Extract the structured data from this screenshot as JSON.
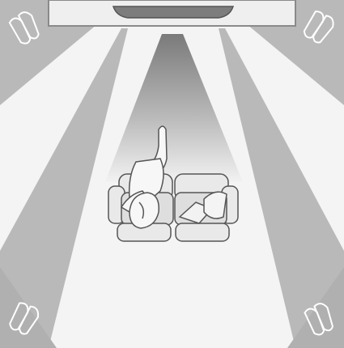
{
  "scene": {
    "type": "surround-sound-speaker-layout",
    "style": "grayscale line illustration",
    "components": [
      {
        "name": "soundbar",
        "icon": "soundbar-icon"
      },
      {
        "name": "front-left-speaker",
        "icon": "speaker-icon"
      },
      {
        "name": "front-right-speaker",
        "icon": "speaker-icon"
      },
      {
        "name": "rear-left-speaker",
        "icon": "speaker-icon"
      },
      {
        "name": "rear-right-speaker",
        "icon": "speaker-icon"
      },
      {
        "name": "sofa",
        "icon": "sofa-icon"
      },
      {
        "name": "listener",
        "icon": "person-icon"
      }
    ],
    "colors": {
      "background": "#f4f4f4",
      "beam": "#b9b9b9",
      "beam_dark": "#a9a9a9",
      "outline": "#555555",
      "sofa_fill": "#e9e9e9",
      "soundbar_fill": "#7d7d7d"
    }
  }
}
